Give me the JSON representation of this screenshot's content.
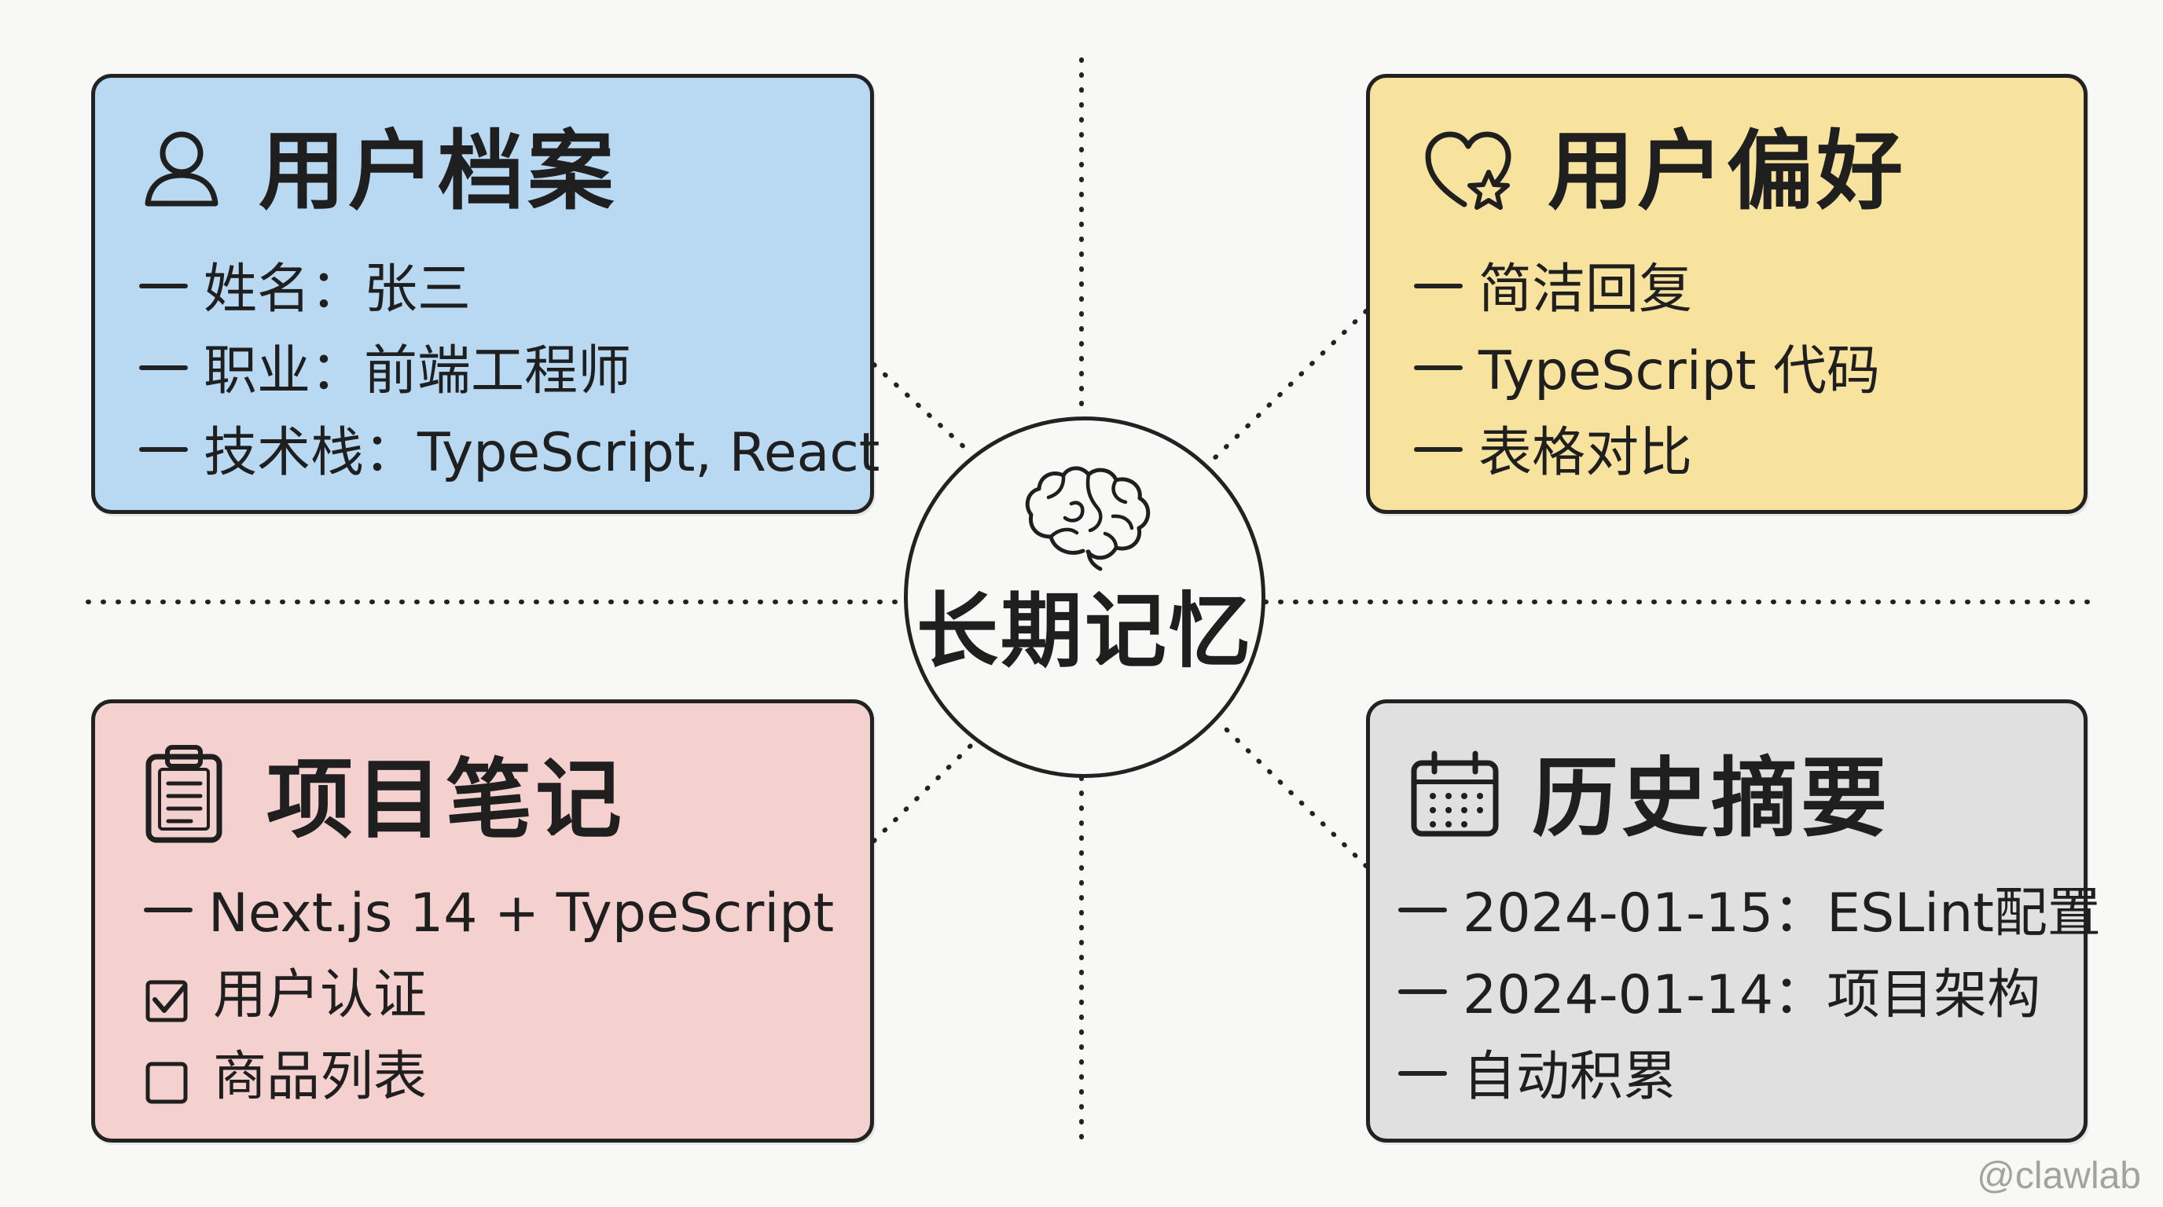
{
  "center": {
    "title": "长期记忆",
    "icon": "brain-icon"
  },
  "cards": {
    "profile": {
      "title": "用户档案",
      "icon": "user-icon",
      "color": "#b8d9f1",
      "items": [
        "姓名：张三",
        "职业：前端工程师",
        "技术栈：TypeScript, React"
      ]
    },
    "preferences": {
      "title": "用户偏好",
      "icon": "heart-star-icon",
      "color": "#f7e29e",
      "items": [
        "简洁回复",
        "TypeScript 代码",
        "表格对比"
      ]
    },
    "notes": {
      "title": "项目笔记",
      "icon": "clipboard-icon",
      "color": "#f4d0ce",
      "items": [
        {
          "text": "Next.js 14 + TypeScript",
          "marker": "dash"
        },
        {
          "text": "用户认证",
          "marker": "checked"
        },
        {
          "text": "商品列表",
          "marker": "unchecked"
        }
      ]
    },
    "history": {
      "title": "历史摘要",
      "icon": "calendar-icon",
      "color": "#e0e0e0",
      "items": [
        "2024-01-15：ESLint配置",
        "2024-01-14：项目架构",
        "自动积累"
      ]
    }
  },
  "watermark": "@clawlab"
}
